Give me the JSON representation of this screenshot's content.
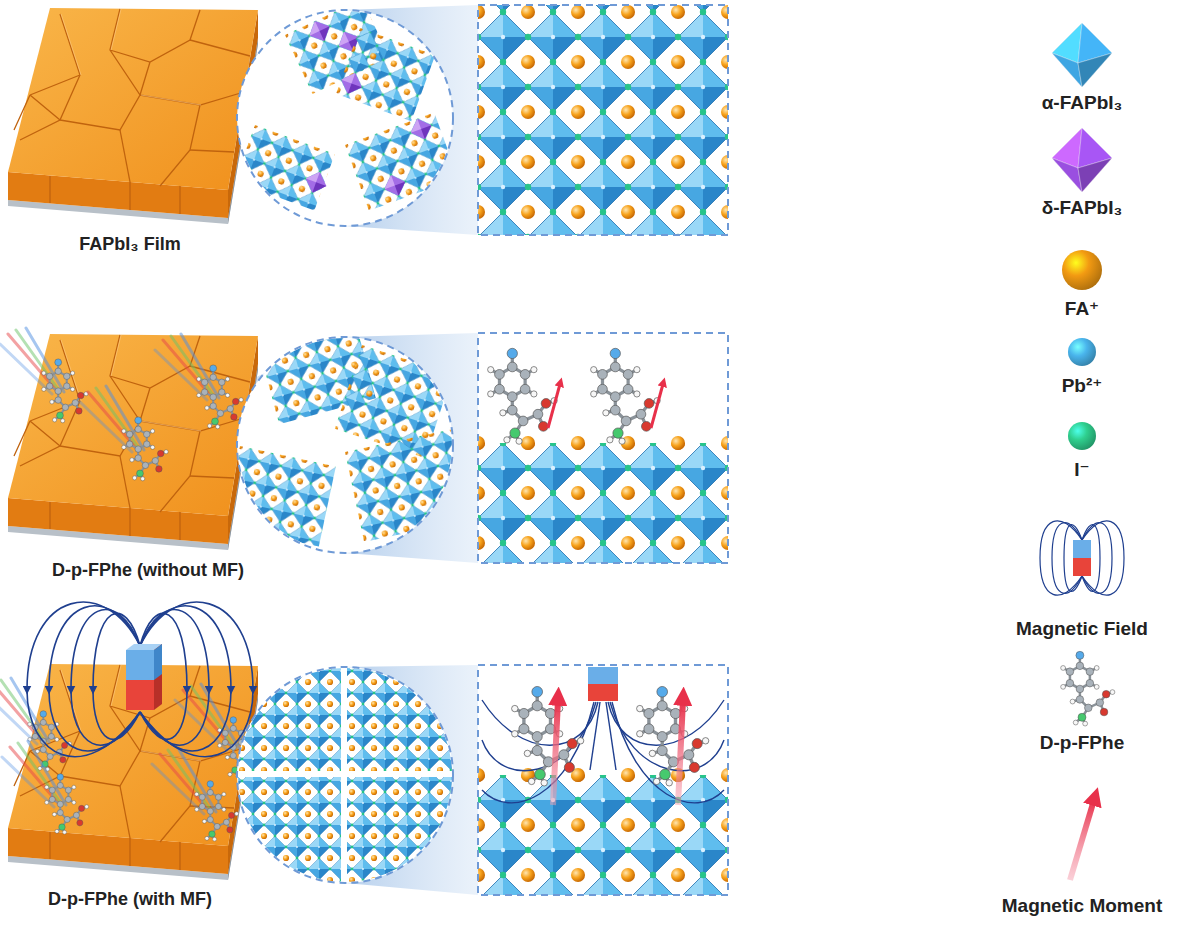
{
  "diagram": {
    "labels": [
      "FAPbI₃ Film",
      "D-p-FPhe (without MF)",
      "D-p-FPhe (with MF)"
    ],
    "legend": [
      {
        "text": "α-FAPbI₃",
        "color": "#3ea6e3"
      },
      {
        "text": "δ-FAPbI₃",
        "color": "#9a4fe0"
      },
      {
        "text": "FA⁺",
        "color": "#f29a12"
      },
      {
        "text": "Pb²⁺",
        "color": "#49b4ec"
      },
      {
        "text": "I⁻",
        "color": "#2fcf8e"
      },
      {
        "text": "Magnetic Field"
      },
      {
        "text": "D-p-FPhe"
      },
      {
        "text": "Magnetic Moment"
      }
    ]
  }
}
